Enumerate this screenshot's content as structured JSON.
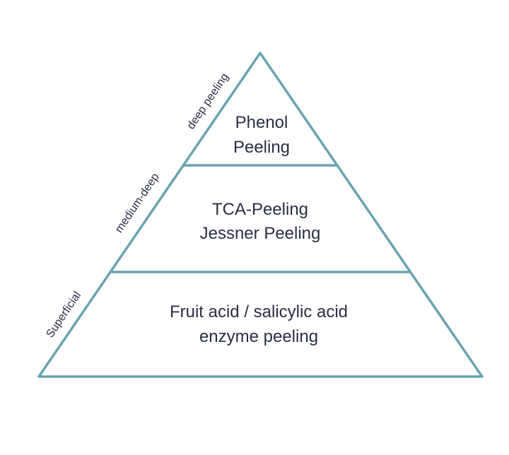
{
  "pyramid": {
    "levels": [
      {
        "line1": "Phenol",
        "line2": "Peeling"
      },
      {
        "line1": "TCA-Peeling",
        "line2": "Jessner Peeling"
      },
      {
        "line1": "Fruit acid / salicylic acid",
        "line2": "enzyme peeling"
      }
    ],
    "side_labels": [
      "deep peeling",
      "medium-deep",
      "Superficial"
    ],
    "colors": {
      "outline": "#6aa3b2",
      "text": "#2b2e45"
    }
  }
}
